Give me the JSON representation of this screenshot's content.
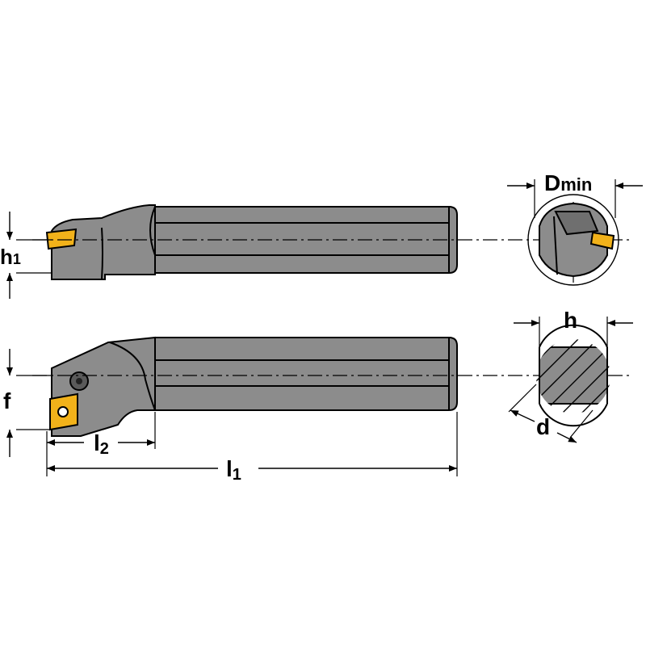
{
  "diagram": {
    "colors": {
      "background": "#ffffff",
      "steel": "#8c8c8c",
      "steel_dark": "#6f6f6f",
      "insert": "#f2b21a",
      "line": "#000000"
    },
    "labels": {
      "h1_main": "h",
      "h1_sub": "1",
      "f": "f",
      "l2_main": "l",
      "l2_sub": "2",
      "l1_main": "l",
      "l1_sub": "1",
      "dmin_main": "D",
      "dmin_sub": "min",
      "h": "h",
      "d": "d"
    }
  }
}
